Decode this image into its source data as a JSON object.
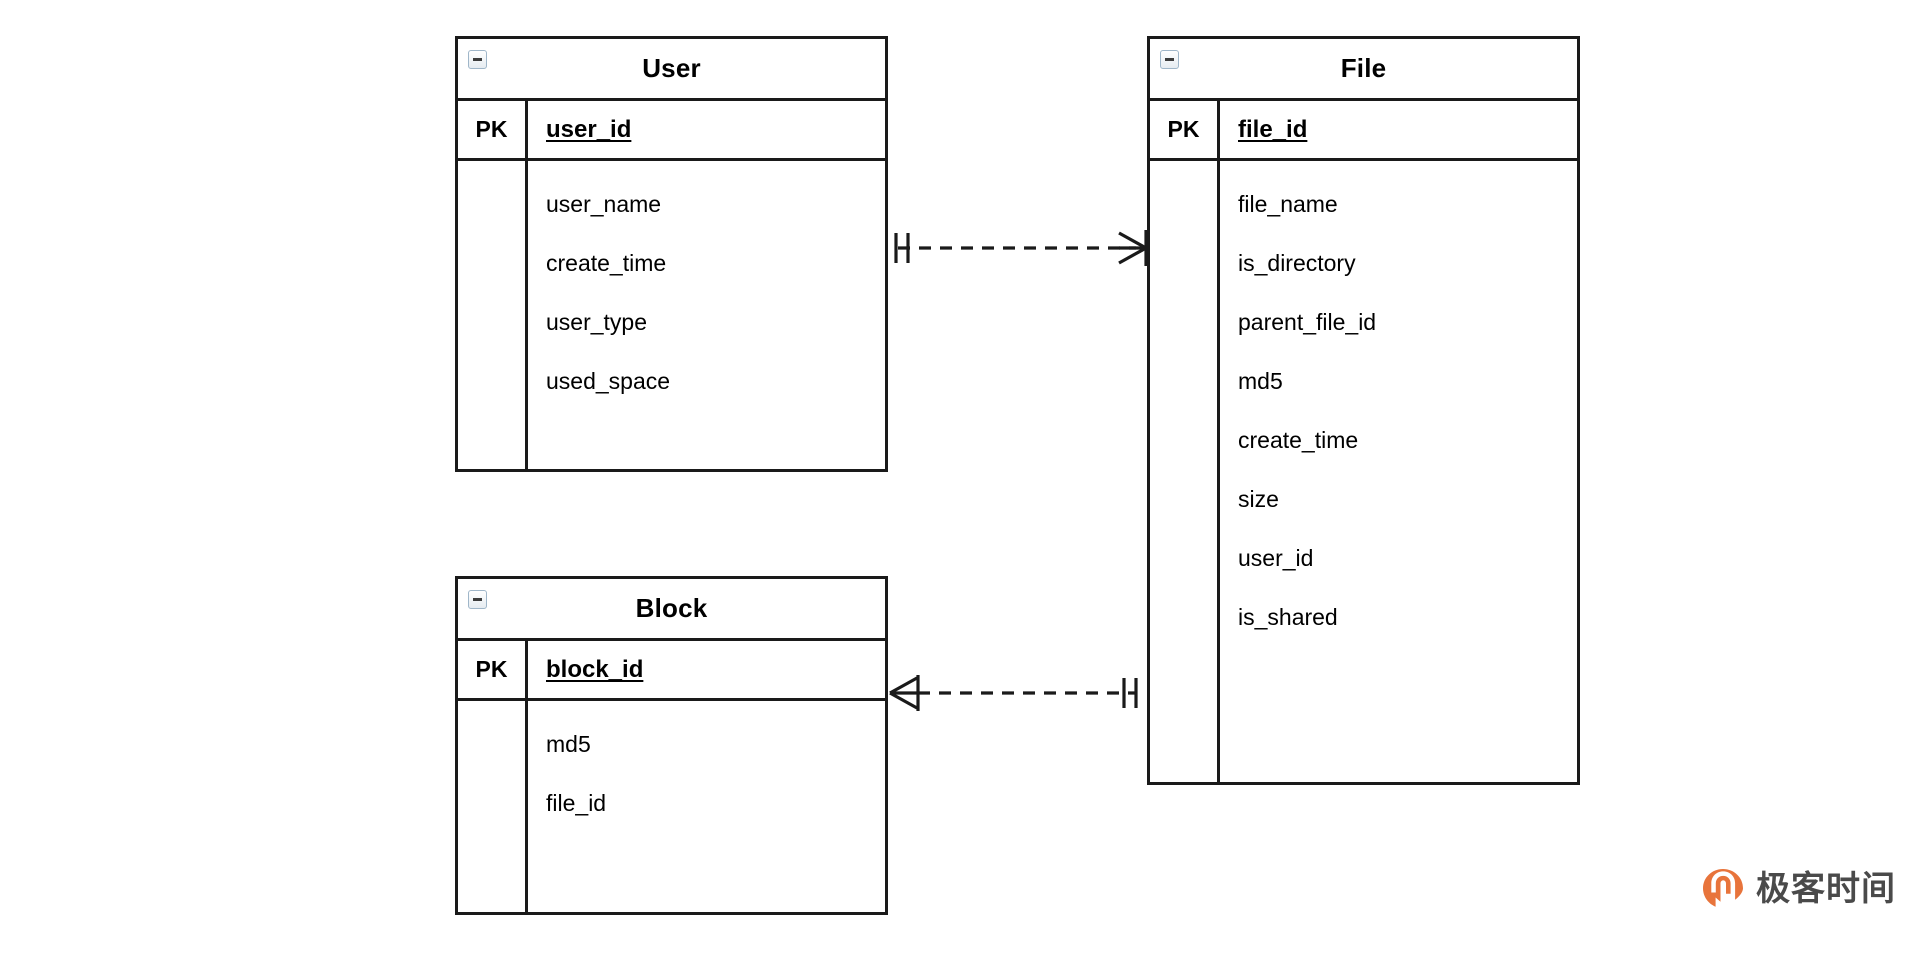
{
  "diagram": {
    "type": "entity-relationship-diagram",
    "background_color": "#ffffff",
    "line_color": "#1a1a1a",
    "entities": [
      {
        "id": "user",
        "name": "User",
        "collapse_icon": "minus-box-icon",
        "pk_label": "PK",
        "primary_key": "user_id",
        "attributes": [
          "user_name",
          "create_time",
          "user_type",
          "used_space"
        ]
      },
      {
        "id": "file",
        "name": "File",
        "collapse_icon": "minus-box-icon",
        "pk_label": "PK",
        "primary_key": "file_id",
        "attributes": [
          "file_name",
          "is_directory",
          "parent_file_id",
          "md5",
          "create_time",
          "size",
          "user_id",
          "is_shared"
        ]
      },
      {
        "id": "block",
        "name": "Block",
        "collapse_icon": "minus-box-icon",
        "pk_label": "PK",
        "primary_key": "block_id",
        "attributes": [
          "md5",
          "file_id"
        ]
      }
    ],
    "relationships": [
      {
        "id": "user-file",
        "from": "User",
        "to": "File",
        "from_cardinality": "one-and-only-one",
        "to_cardinality": "zero-or-many",
        "line_style": "dashed"
      },
      {
        "id": "block-file",
        "from": "Block",
        "to": "File",
        "from_cardinality": "zero-or-many",
        "to_cardinality": "one-and-only-one",
        "line_style": "dashed"
      }
    ]
  },
  "watermark": {
    "text": "极客时间",
    "logo_icon": "geektime-logo-icon",
    "logo_color": "#e8743b",
    "text_color": "#4a4a4a"
  }
}
